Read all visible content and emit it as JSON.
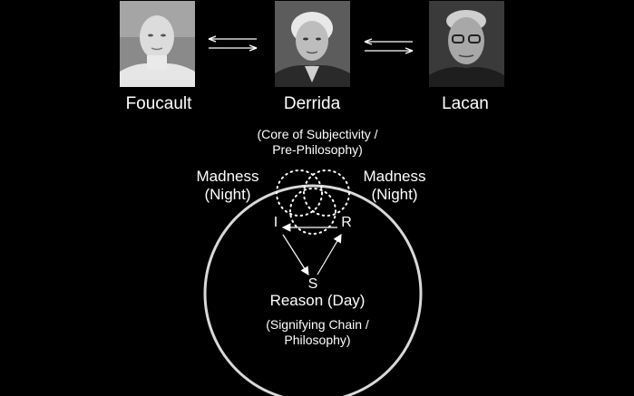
{
  "thinkers": [
    {
      "name": "Foucault",
      "icon": "portrait-photo"
    },
    {
      "name": "Derrida",
      "icon": "portrait-photo"
    },
    {
      "name": "Lacan",
      "icon": "portrait-photo"
    }
  ],
  "diagram": {
    "core_line1": "(Core of Subjectivity /",
    "core_line2": "Pre-Philosophy)",
    "madness_left_line1": "Madness",
    "madness_left_line2": "(Night)",
    "madness_right_line1": "Madness",
    "madness_right_line2": "(Night)",
    "node_i": "I",
    "node_r": "R",
    "node_s": "S",
    "reason": "Reason (Day)",
    "chain_line1": "(Signifying Chain /",
    "chain_line2": "Philosophy)"
  },
  "colors": {
    "background": "#000000",
    "foreground": "#ffffff",
    "circle": "#d9d9d9"
  }
}
